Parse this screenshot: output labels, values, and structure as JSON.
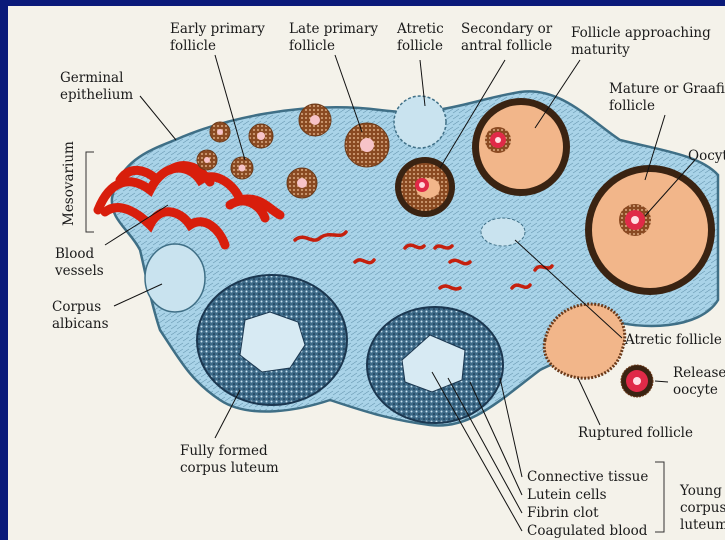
{
  "slide": {
    "background_color": "#0a1a7a",
    "panel_color": "#f4f2ea"
  },
  "labels": {
    "early_primary": [
      "Early primary",
      "follicle"
    ],
    "late_primary": [
      "Late primary",
      "follicle"
    ],
    "atretic_top": [
      "Atretic",
      "follicle"
    ],
    "secondary": [
      "Secondary or",
      "antral follicle"
    ],
    "approaching": [
      "Follicle approaching",
      "maturity"
    ],
    "mature": [
      "Mature or Graafian",
      "follicle"
    ],
    "oocyte": "Oocyte",
    "germinal": [
      "Germinal",
      "epithelium"
    ],
    "mesovarium": "Mesovarium",
    "blood_vessels": [
      "Blood",
      "vessels"
    ],
    "corpus_albicans": [
      "Corpus",
      "albicans"
    ],
    "atretic_right": "Atretic follicle",
    "released_oocyte": [
      "Released",
      "oocyte"
    ],
    "ruptured": "Ruptured follicle",
    "fully_formed": [
      "Fully formed",
      "corpus luteum"
    ],
    "connective": "Connective tissue",
    "lutein": "Lutein cells",
    "fibrin": "Fibrin clot",
    "coagulated": "Coagulated blood",
    "young_corpus": [
      "Young",
      "corpus",
      "luteum"
    ]
  },
  "colors": {
    "stroma": "#a9d3e8",
    "stroma_edge": "#3f6f86",
    "vessel": "#d81e0c",
    "follicle_fluid": "#f2b68a",
    "granulosa": "#6b3a1a",
    "luteum": "#274a66",
    "oocyte": "#e02a48"
  }
}
